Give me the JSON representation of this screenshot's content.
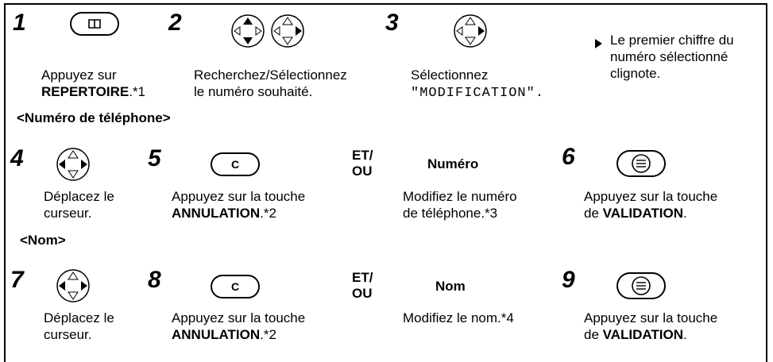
{
  "steps": {
    "s1": {
      "num": "1",
      "line1": "Appuyez sur",
      "line2_bold": "REPERTOIRE",
      "line2_rest": ".*1",
      "icon": "book-icon"
    },
    "s2": {
      "num": "2",
      "line1": "Recherchez/Sélectionnez",
      "line2": "le numéro souhaité.",
      "icon": "navigator-up-down-icon"
    },
    "s3": {
      "num": "3",
      "line1": "Sélectionnez",
      "line2": "\"MODIFICATION\".",
      "icon": "navigator-right-icon"
    },
    "note": {
      "line1": "Le premier chiffre du",
      "line2": "numéro sélectionné",
      "line3": "clignote.",
      "icon": "arrow-bullet-icon"
    },
    "s4": {
      "num": "4",
      "line1": "Déplacez le",
      "line2": "curseur.",
      "icon": "navigator-left-right-icon"
    },
    "s5": {
      "num": "5",
      "line1": "Appuyez sur la touche",
      "line2_bold": "ANNULATION",
      "line2_rest": ".*2",
      "key": "C",
      "icon": "c-key-icon"
    },
    "phone_edit": {
      "etou1": "ET/",
      "etou2": "OU",
      "title": "Numéro",
      "line1": "Modifiez le numéro",
      "line2": "de téléphone.*3"
    },
    "s6": {
      "num": "6",
      "line1": "Appuyez sur la touche",
      "line2_pre": "de ",
      "line2_bold": "VALIDATION",
      "line2_rest": ".",
      "icon": "menu-key-icon"
    },
    "s7": {
      "num": "7",
      "line1": "Déplacez le",
      "line2": "curseur.",
      "icon": "navigator-left-right-icon"
    },
    "s8": {
      "num": "8",
      "line1": "Appuyez sur la touche",
      "line2_bold": "ANNULATION",
      "line2_rest": ".*2",
      "key": "C",
      "icon": "c-key-icon"
    },
    "name_edit": {
      "etou1": "ET/",
      "etou2": "OU",
      "title": "Nom",
      "line1": "Modifiez le nom.*4"
    },
    "s9": {
      "num": "9",
      "line1": "Appuyez sur la touche",
      "line2_pre": "de ",
      "line2_bold": "VALIDATION",
      "line2_rest": ".",
      "icon": "menu-key-icon"
    }
  },
  "sections": {
    "phone": "<Numéro de téléphone>",
    "name": "<Nom>"
  }
}
